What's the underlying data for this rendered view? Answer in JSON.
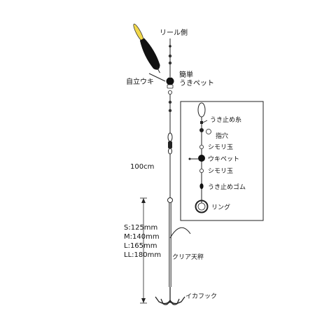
{
  "labels": {
    "reel_side": "リール側",
    "self_standing_float": "自立ウキ",
    "easy_float_bead_line1": "簡単",
    "easy_float_bead_line2": "うきペット",
    "length": "100cm",
    "sizes": [
      "S:125mm",
      "M:140mm",
      "L:165mm",
      "LL:180mm"
    ],
    "clear_balance": "クリア天秤",
    "squid_hook": "イカフック"
  },
  "detail_box": {
    "labels": {
      "stopper_line": "うき止め糸",
      "finger_hole": "指穴",
      "shimori_bead_1": "シモリ玉",
      "float_bead": "ウキペット",
      "shimori_bead_2": "シモリ玉",
      "stopper_rubber": "うき止めゴム",
      "ring": "リング"
    }
  },
  "colors": {
    "line": "#222222",
    "float_tip": "#f2d84a",
    "float_body": "#111111",
    "background": "#ffffff"
  },
  "icons": [
    "float-icon",
    "swivel-icon",
    "bead-icon",
    "ring-icon",
    "squid-hook-icon"
  ]
}
